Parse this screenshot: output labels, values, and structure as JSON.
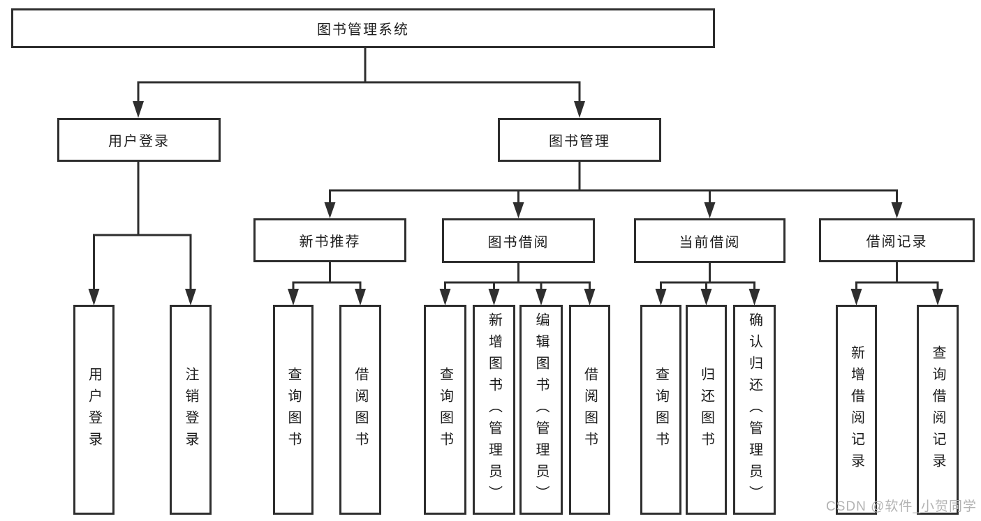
{
  "tree": {
    "root": {
      "label": "图书管理系统"
    },
    "user_login": {
      "label": "用户登录",
      "children": [
        {
          "label": "用户登录"
        },
        {
          "label": "注销登录"
        }
      ]
    },
    "book_management": {
      "label": "图书管理",
      "modules": [
        {
          "label": "新书推荐",
          "children": [
            {
              "label": "查询图书"
            },
            {
              "label": "借阅图书"
            }
          ]
        },
        {
          "label": "图书借阅",
          "children": [
            {
              "label": "查询图书"
            },
            {
              "label": "新增图书（管理员）"
            },
            {
              "label": "编辑图书（管理员）"
            },
            {
              "label": "借阅图书"
            }
          ]
        },
        {
          "label": "当前借阅",
          "children": [
            {
              "label": "查询图书"
            },
            {
              "label": "归还图书"
            },
            {
              "label": "确认归还（管理员）"
            }
          ]
        },
        {
          "label": "借阅记录",
          "children": [
            {
              "label": "新增借阅记录"
            },
            {
              "label": "查询借阅记录"
            }
          ]
        }
      ]
    }
  },
  "watermark": {
    "text": "CSDN @软件_小贺同学",
    "color": "#b3b3b3"
  },
  "colors": {
    "line": "#2e2e2e",
    "box_border": "#2e2e2e",
    "text": "#1d1d1d",
    "background": "#ffffff"
  }
}
